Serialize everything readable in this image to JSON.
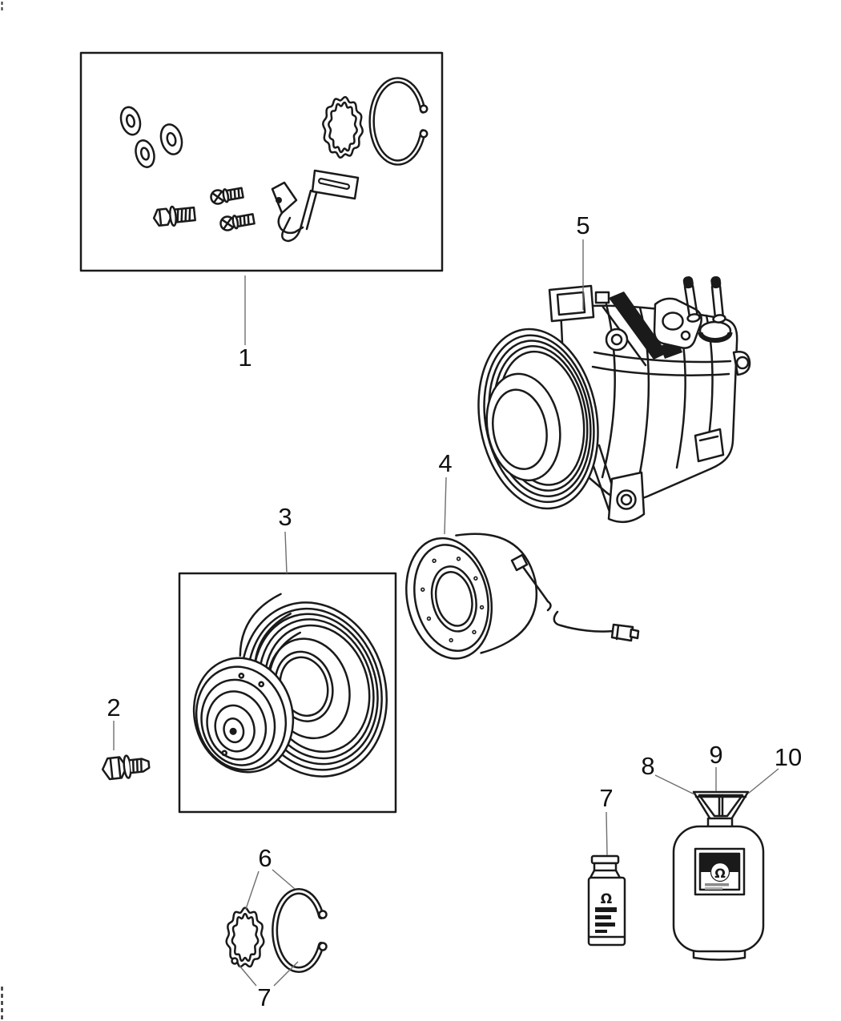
{
  "diagram": {
    "background": "#ffffff",
    "line_color": "#1a1a1a",
    "leader_color": "#6e6e6e",
    "label_color": "#111111"
  },
  "callouts": {
    "repair_kit": "1",
    "mounting_bolt": "2",
    "clutch_pulley_assembly": "3",
    "clutch_coil": "4",
    "compressor": "5",
    "ring_pair_top": "6",
    "ring_pair_bottom": "7",
    "oil_bottle": "7",
    "tank_valve_left": "8",
    "tank_valve_center": "9",
    "tank_valve_right": "10"
  },
  "icons": {
    "mopar_logo_bottle": "Ω",
    "mopar_logo_tank": "Ω"
  }
}
